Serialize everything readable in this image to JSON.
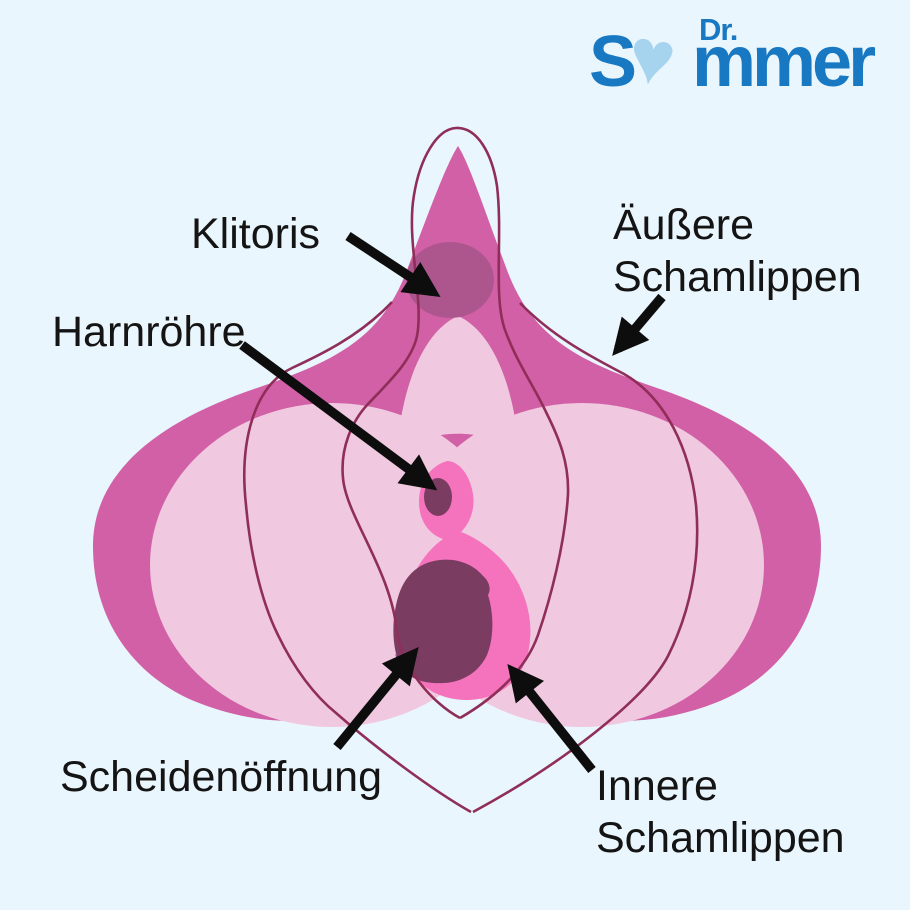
{
  "logo": {
    "dr": "Dr.",
    "s": "S",
    "rest": "mmer"
  },
  "icons": {
    "heart": "♥"
  },
  "labels": {
    "klitoris": {
      "text": "Klitoris"
    },
    "harnroehre": {
      "text": "Harnröhre"
    },
    "aeussere_schamlippen": {
      "line1": "Äußere",
      "line2": "Schamlippen"
    },
    "scheidenoeffnung": {
      "text": "Scheidenöffnung"
    },
    "innere_schamlippen": {
      "line1": "Innere",
      "line2": "Schamlippen"
    }
  },
  "colors": {
    "bg": "#eaf6fd",
    "outer-pink": "#d160a6",
    "inner-pink": "#f0c8df",
    "hot-pink": "#f473bc",
    "dark-plum": "#7b3c61",
    "glans-mauve": "#ad568d",
    "line-color": "#8f2e58",
    "text-color": "#141414",
    "arrow-color": "#0d0d0d",
    "logo-blue": "#1878c2",
    "logo-heart": "#a6d3ee"
  }
}
